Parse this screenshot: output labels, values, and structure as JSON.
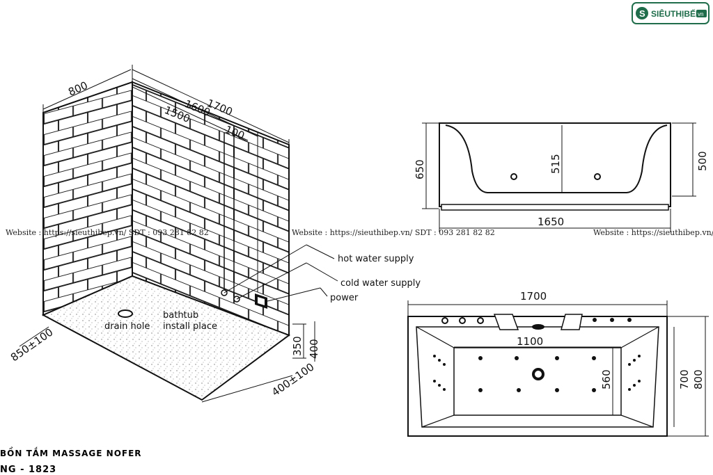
{
  "brand": {
    "logo_text": "SIÊUTHỊBẾP",
    "logo_suffix": "vn",
    "logo_color": "#1f6d4a"
  },
  "watermark": {
    "left": "Website : https://sieuthibep.vn/    SDT : 093 281 82 82",
    "center": "Website : https://sieuthibep.vn/ SDT : 093 281 82 82",
    "right": "Website : https://sieuthibep.vn/"
  },
  "install_view": {
    "dims": {
      "width": "800",
      "length_outer": "1700",
      "length_mid": "1600",
      "length_inner": "1500",
      "offset": "100",
      "floor_depth": "850±100",
      "floor_width": "400±100",
      "height_inner": "350",
      "height_outer": "400"
    },
    "labels": {
      "hot_water": "hot water supply",
      "cold_water": "cold water supply",
      "power": "power",
      "drain": "drain hole",
      "install_line1": "bathtub",
      "install_line2": "install place"
    }
  },
  "side_view": {
    "dims": {
      "total_height": "650",
      "inner_depth": "515",
      "right_height": "500",
      "length": "1650"
    }
  },
  "top_view": {
    "dims": {
      "length": "1700",
      "inner_length": "1100",
      "inner_width": "560",
      "width_700": "700",
      "width_800": "800"
    }
  },
  "product": {
    "name": "BỒN TẮM MASSAGE NOFER",
    "model": "NG - 1823"
  }
}
